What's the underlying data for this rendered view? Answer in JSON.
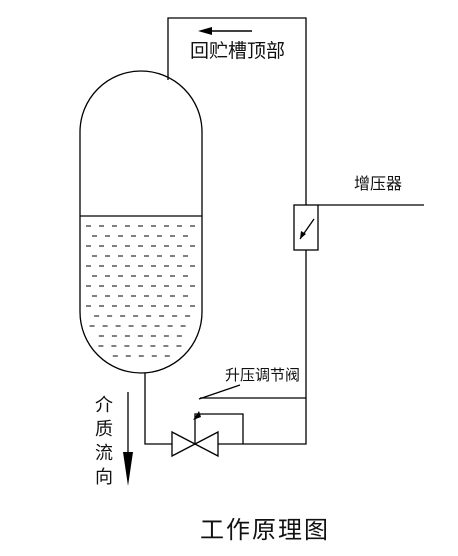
{
  "labels": {
    "return_to_top": "回贮槽顶部",
    "booster": "增压器",
    "valve": "升压调节阀",
    "flow": "介质流向",
    "title": "工作原理图"
  },
  "colors": {
    "stroke": "#000000",
    "background": "#ffffff"
  }
}
